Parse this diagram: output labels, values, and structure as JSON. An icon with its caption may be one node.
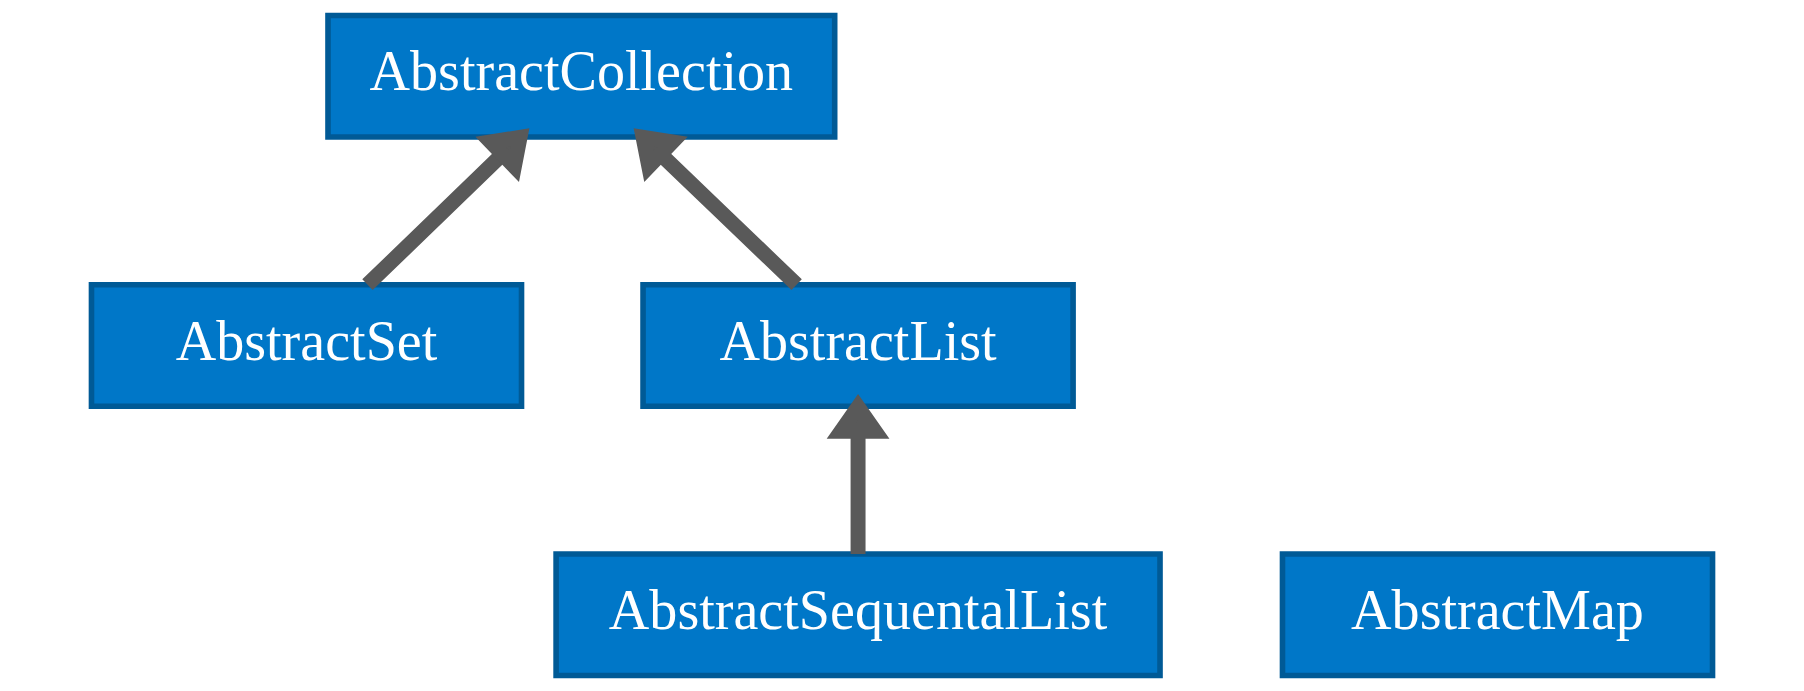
{
  "diagram": {
    "nodes": [
      {
        "text": [
          "AbstractCollection"
        ]
      },
      {
        "text": [
          "AbstractSet"
        ]
      },
      {
        "text": [
          "AbstractList"
        ]
      },
      {
        "text": [
          "AbstractMap"
        ]
      },
      {
        "text": [
          "AbstractSequentalList"
        ]
      }
    ],
    "edges": [
      {
        "from": 1,
        "to": 0,
        "arrow": "to"
      },
      {
        "from": 2,
        "to": 0,
        "arrow": "to"
      },
      {
        "from": 4,
        "to": 2,
        "arrow": "to"
      }
    ]
  }
}
